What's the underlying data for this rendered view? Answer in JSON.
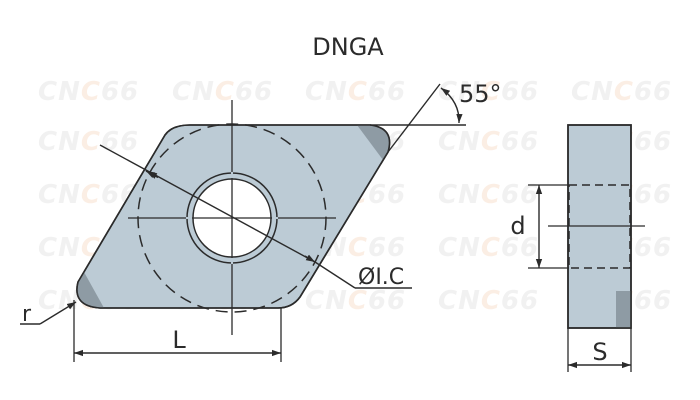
{
  "title": "DNGA",
  "watermark": {
    "text_main": "CN",
    "text_accent": "C",
    "text_tail": "66"
  },
  "labels": {
    "angle": "55°",
    "inscribed_circle": "ØI.C",
    "corner_radius": "r",
    "length": "L",
    "hole_diameter": "d",
    "thickness": "S"
  },
  "colors": {
    "insert_fill": "#bccbd5",
    "corner_shade": "#8e9ba4",
    "outline": "#2b2b2b",
    "hole_fill": "#ffffff",
    "watermark": "#f1f1f1",
    "watermark_accent": "#fbeee4"
  }
}
